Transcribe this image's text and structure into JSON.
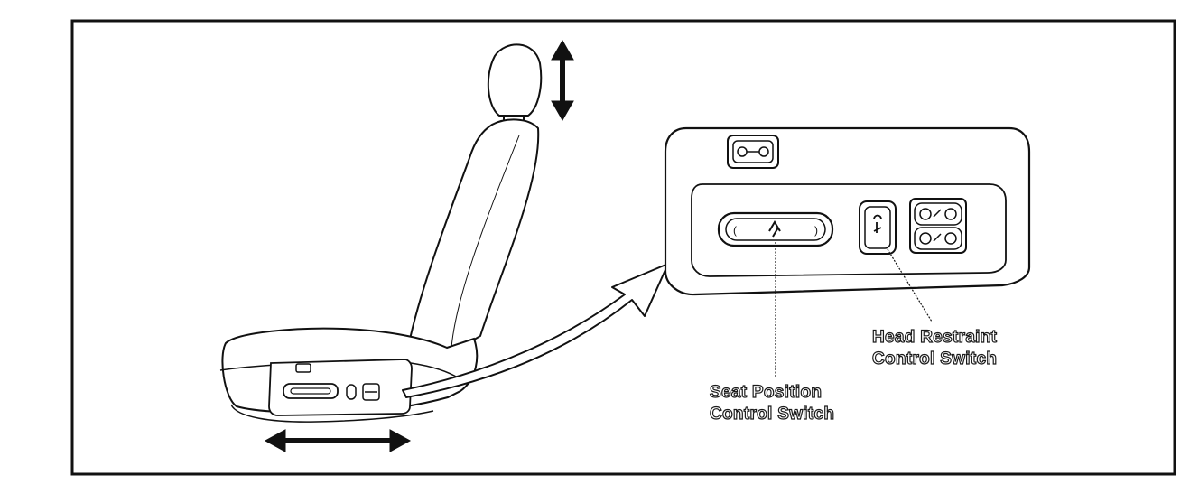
{
  "callouts": {
    "seat_position": {
      "line1": "Seat Position",
      "line2": "Control Switch"
    },
    "head_restraint": {
      "line1": "Head Restraint",
      "line2": "Control Switch"
    }
  },
  "colors": {
    "stroke": "#111111",
    "background": "#ffffff",
    "shade": "#dcdcdc"
  }
}
